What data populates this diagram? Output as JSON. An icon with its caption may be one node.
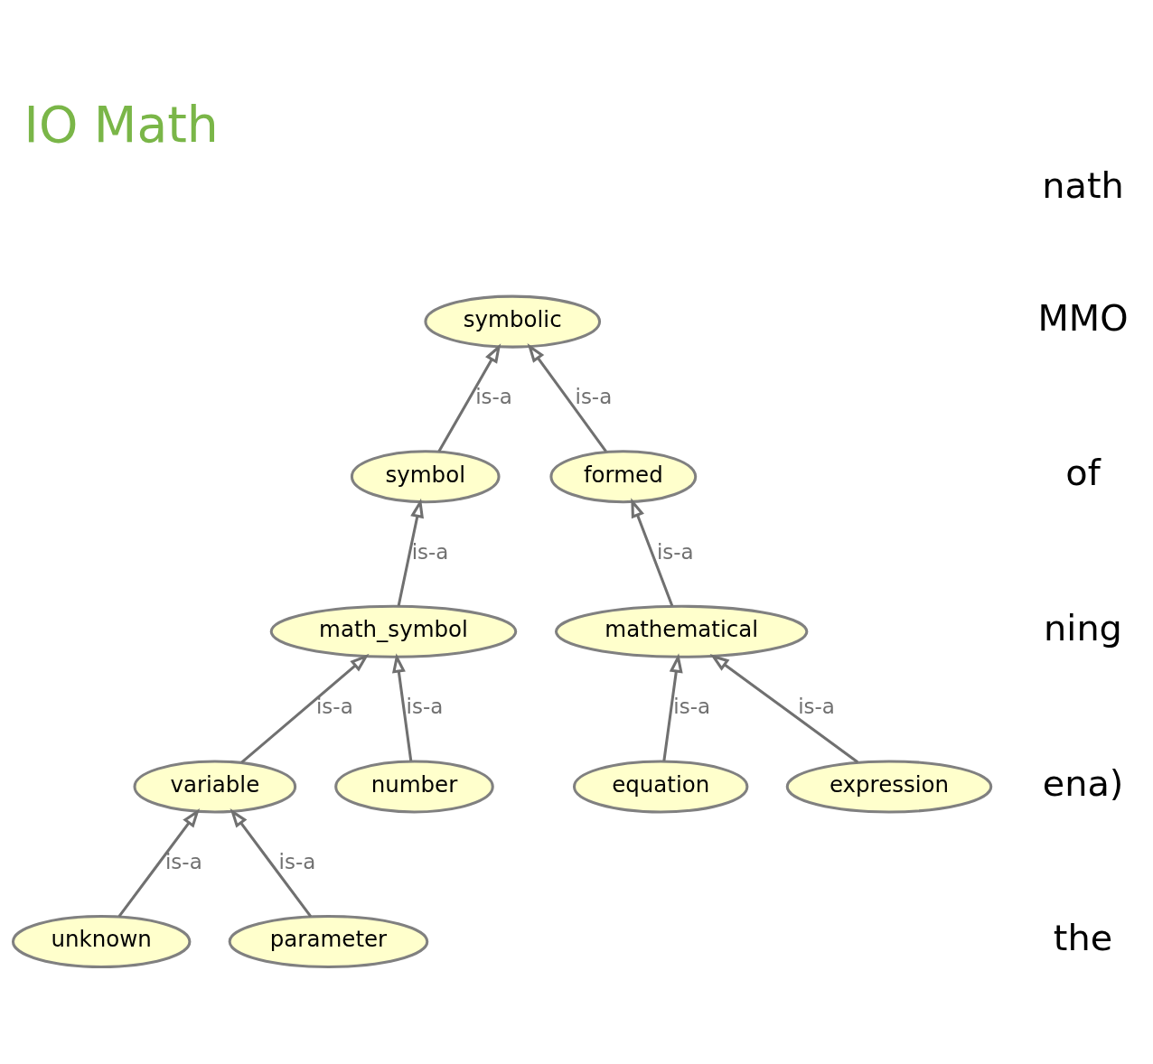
{
  "diagram": {
    "title": "IO Math",
    "nodes": [
      {
        "text": [
          "symbolic"
        ]
      },
      {
        "text": [
          "symbol"
        ]
      },
      {
        "text": [
          "formed"
        ]
      },
      {
        "text": [
          "math_symbol"
        ]
      },
      {
        "text": [
          "mathematical"
        ]
      },
      {
        "text": [
          "variable"
        ]
      },
      {
        "text": [
          "number"
        ]
      },
      {
        "text": [
          "equation"
        ]
      },
      {
        "text": [
          "expression"
        ]
      },
      {
        "text": [
          "unknown"
        ]
      },
      {
        "text": [
          "parameter"
        ]
      }
    ],
    "edges": [
      {
        "from": 1,
        "to": 0,
        "arrow": "to",
        "label": "is-a"
      },
      {
        "from": 2,
        "to": 0,
        "arrow": "to",
        "label": "is-a"
      },
      {
        "from": 3,
        "to": 1,
        "arrow": "to",
        "label": "is-a"
      },
      {
        "from": 4,
        "to": 2,
        "arrow": "to",
        "label": "is-a"
      },
      {
        "from": 5,
        "to": 3,
        "arrow": "to",
        "label": "is-a"
      },
      {
        "from": 6,
        "to": 3,
        "arrow": "to",
        "label": "is-a"
      },
      {
        "from": 7,
        "to": 4,
        "arrow": "to",
        "label": "is-a"
      },
      {
        "from": 8,
        "to": 4,
        "arrow": "to",
        "label": "is-a"
      },
      {
        "from": 9,
        "to": 5,
        "arrow": "to",
        "label": "is-a"
      },
      {
        "from": 10,
        "to": 5,
        "arrow": "to",
        "label": "is-a"
      }
    ],
    "labels": [
      "nath",
      "MMO",
      "of",
      "ning",
      "ena)",
      "the"
    ]
  }
}
